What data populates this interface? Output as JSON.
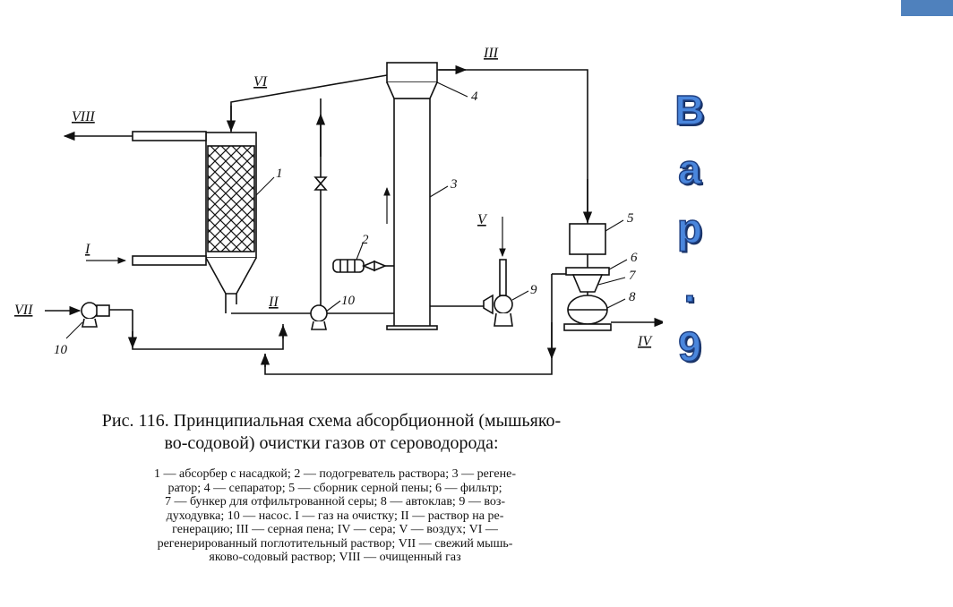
{
  "diagram": {
    "streams": {
      "I": "I",
      "II": "II",
      "III": "III",
      "IV": "IV",
      "V": "V",
      "VI": "VI",
      "VII": "VII",
      "VIII": "VIII"
    },
    "equipment_numbers": {
      "n1": "1",
      "n2": "2",
      "n3": "3",
      "n4": "4",
      "n5": "5",
      "n6": "6",
      "n7": "7",
      "n8": "8",
      "n9": "9",
      "n10a": "10",
      "n10b": "10"
    }
  },
  "caption": {
    "title_line1": "Рис. 116. Принципиальная схема абсорбционной (мышьяко-",
    "title_line2": "во-содовой) очистки газов от сероводорода:",
    "legend_line1": "1 — абсорбер с насадкой; 2 — подогреватель раствора; 3 — регене-",
    "legend_line2": "ратор; 4 — сепаратор; 5 — сборник серной пены; 6 — фильтр;",
    "legend_line3": "7 — бункер для отфильтрованной серы; 8 — автоклав; 9 — воз-",
    "legend_line4": "духодувка; 10 — насос. I — газ на очистку; II — раствор на ре-",
    "legend_line5": "генерацию; III — серная пена; IV — сера; V — воздух; VI —",
    "legend_line6": "регенерированный поглотительный раствор; VII — свежий мышь-",
    "legend_line7": "яково-содовый раствор; VIII — очищенный газ"
  },
  "side_marker": {
    "letters": [
      "В",
      "а",
      "р",
      ".",
      "9"
    ],
    "color": "#4a86dc"
  },
  "colors": {
    "line": "#111111",
    "corner_tab": "#4f81bd"
  }
}
